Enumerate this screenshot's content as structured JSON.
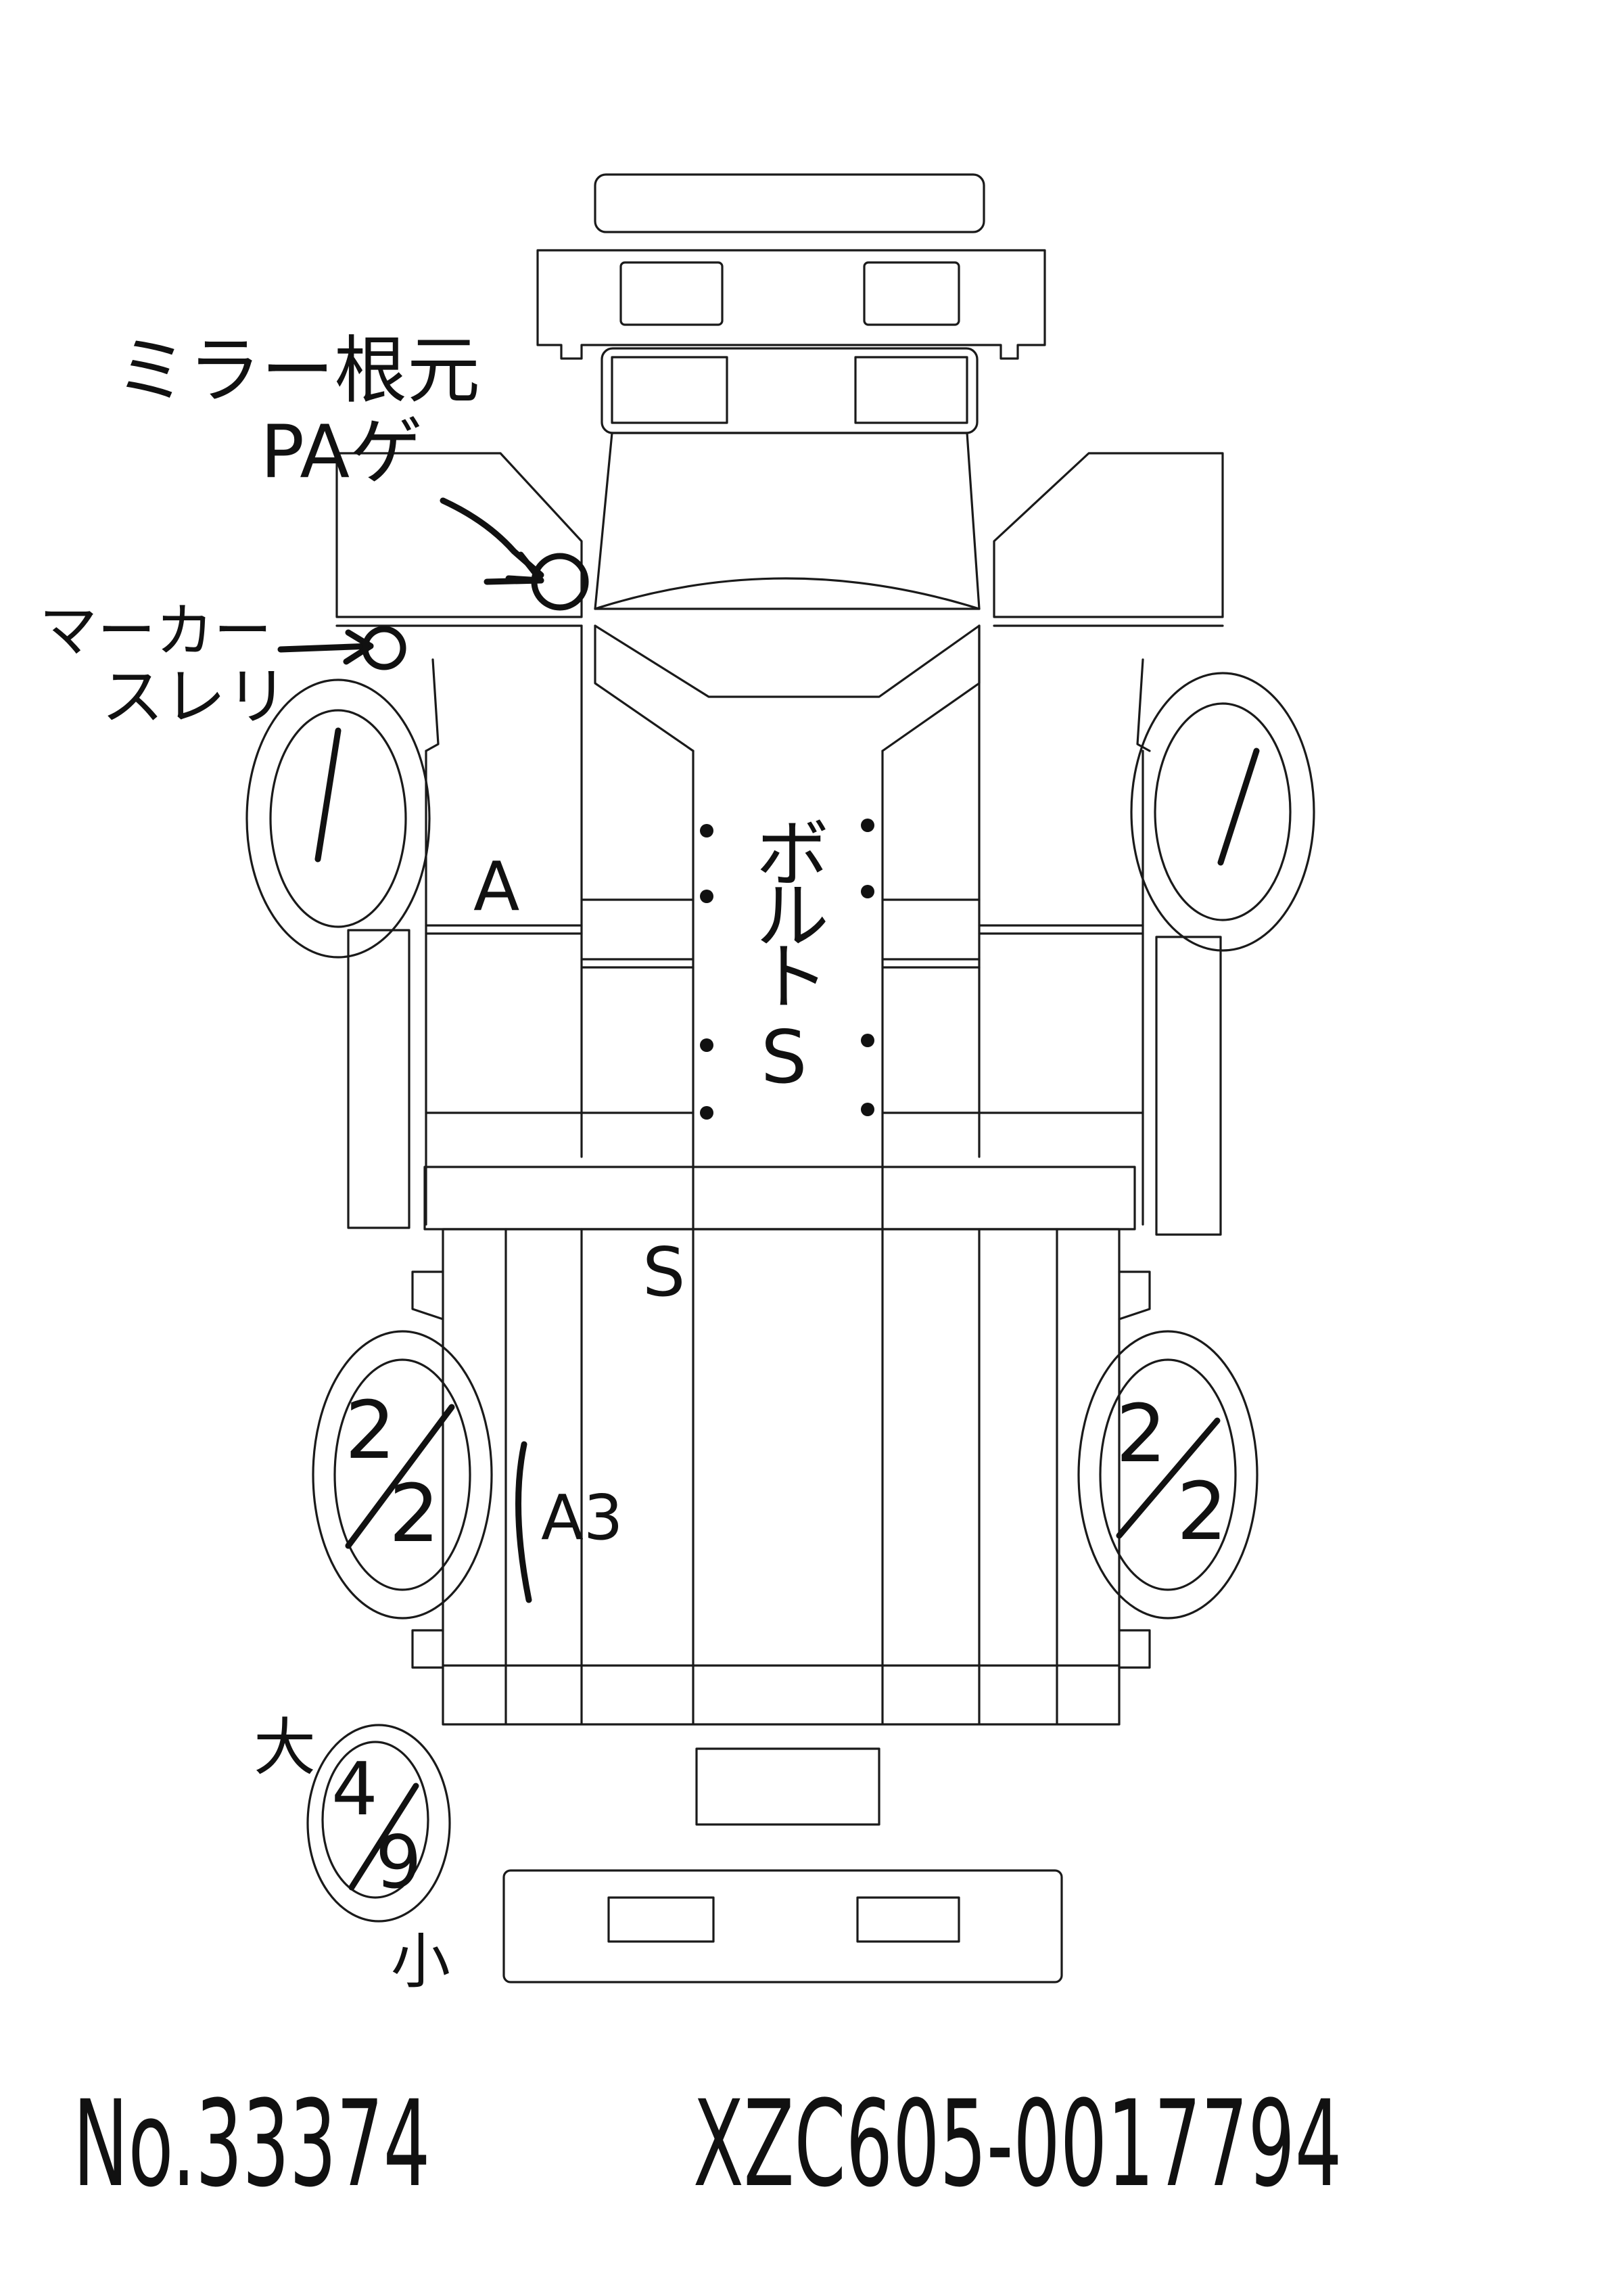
{
  "annotations": {
    "mirror_base_line1": "ミラー根元",
    "mirror_base_line2": "PAゲ",
    "marker_line1": "マーカー",
    "marker_line2": "スレリ",
    "front_left_damage": "A",
    "bolt_vertical": [
      "ボ",
      "ル",
      "ト"
    ],
    "bolt_s": "S",
    "frame_s": "S",
    "rear_side_damage": "A3",
    "spare_large": "大",
    "spare_small": "小"
  },
  "tires": {
    "front_left": "1",
    "front_right": "1",
    "rear_left_top": "2",
    "rear_left_bottom": "2",
    "rear_right_top": "2",
    "rear_right_bottom": "2",
    "spare_top": "4",
    "spare_bottom": "9"
  },
  "footer": {
    "lot_number": "No.33374",
    "chassis_number": "XZC605-0017794"
  }
}
